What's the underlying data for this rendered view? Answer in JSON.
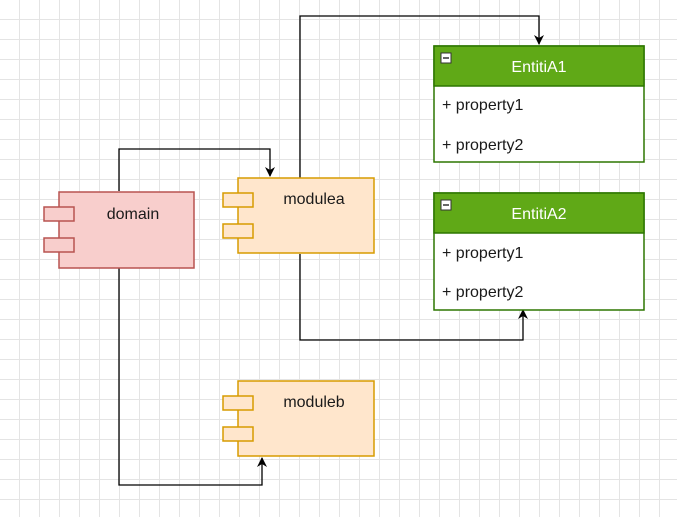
{
  "components": {
    "domain": {
      "label": "domain"
    },
    "modulea": {
      "label": "modulea"
    },
    "moduleb": {
      "label": "moduleb"
    }
  },
  "classes": {
    "entitia1": {
      "title": "EntitiA1",
      "properties": [
        "+ property1",
        "+ property2"
      ]
    },
    "entitia2": {
      "title": "EntitiA2",
      "properties": [
        "+ property1",
        "+ property2"
      ]
    }
  },
  "colors": {
    "domain_fill": "#f8cecc",
    "domain_stroke": "#b85450",
    "module_fill": "#ffe6cc",
    "module_stroke": "#d79b00",
    "class_header": "#60a917",
    "class_stroke": "#2d7600",
    "edge": "#000000"
  },
  "icons": {
    "class_collapse": "minus-box-icon",
    "edge_head": "arrowhead-icon"
  }
}
